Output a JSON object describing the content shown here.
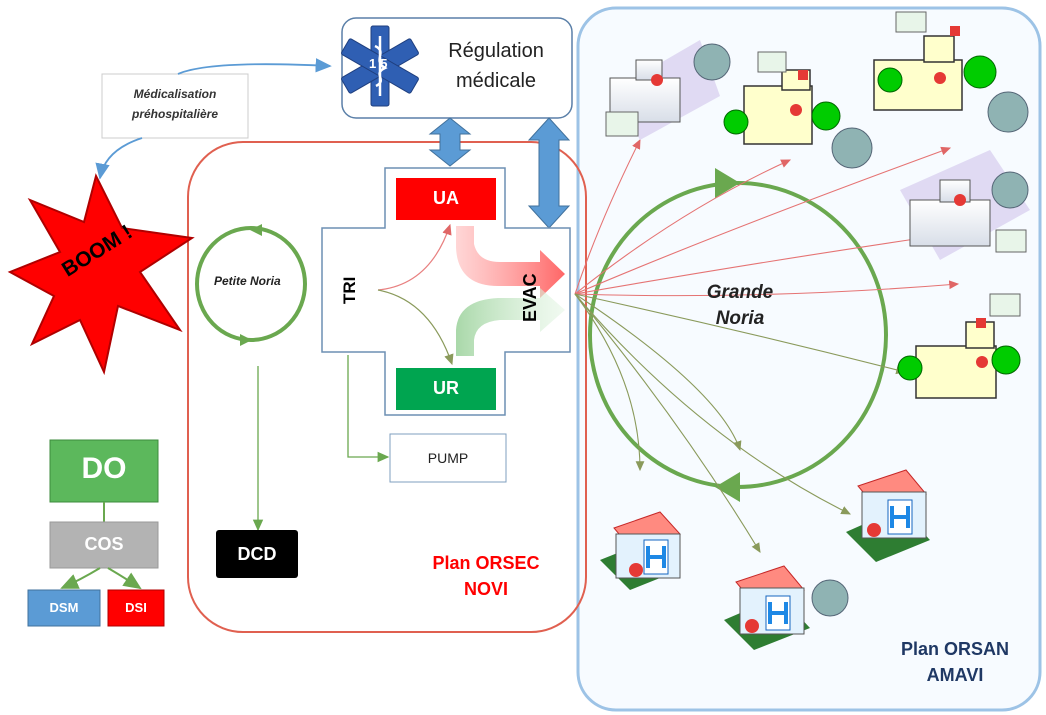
{
  "regulation": {
    "title_line1": "Régulation",
    "title_line2": "médicale",
    "emblem_number": "15"
  },
  "medicalisation": {
    "line1": "Médicalisation",
    "line2": "préhospitalière"
  },
  "boom": {
    "label": "BOOM !"
  },
  "petite_noria": {
    "label": "Petite Noria"
  },
  "grande_noria": {
    "line1": "Grande",
    "line2": "Noria"
  },
  "tri": {
    "label": "TRI"
  },
  "ua": {
    "label": "UA"
  },
  "ur": {
    "label": "UR"
  },
  "evac": {
    "label": "EVAC"
  },
  "pump": {
    "label": "PUMP"
  },
  "dcd": {
    "label": "DCD"
  },
  "command": {
    "do_label": "DO",
    "cos_label": "COS",
    "dsm_label": "DSM",
    "dsi_label": "DSI"
  },
  "plan_orsec": {
    "line1": "Plan ORSEC",
    "line2": "NOVI"
  },
  "plan_orsan": {
    "line1": "Plan ORSAN",
    "line2": "AMAVI"
  },
  "colors": {
    "ua": "#ff0000",
    "ur": "#00a550",
    "do": "#5cb85c",
    "cos": "#b3b3b3",
    "dsm": "#5b9bd5",
    "dsi": "#ff0000",
    "plan_orsec_text": "#ff0000",
    "plan_orsan_text": "#1f3864",
    "noria": "#6aa84f",
    "boom_fill": "#ff0000"
  }
}
